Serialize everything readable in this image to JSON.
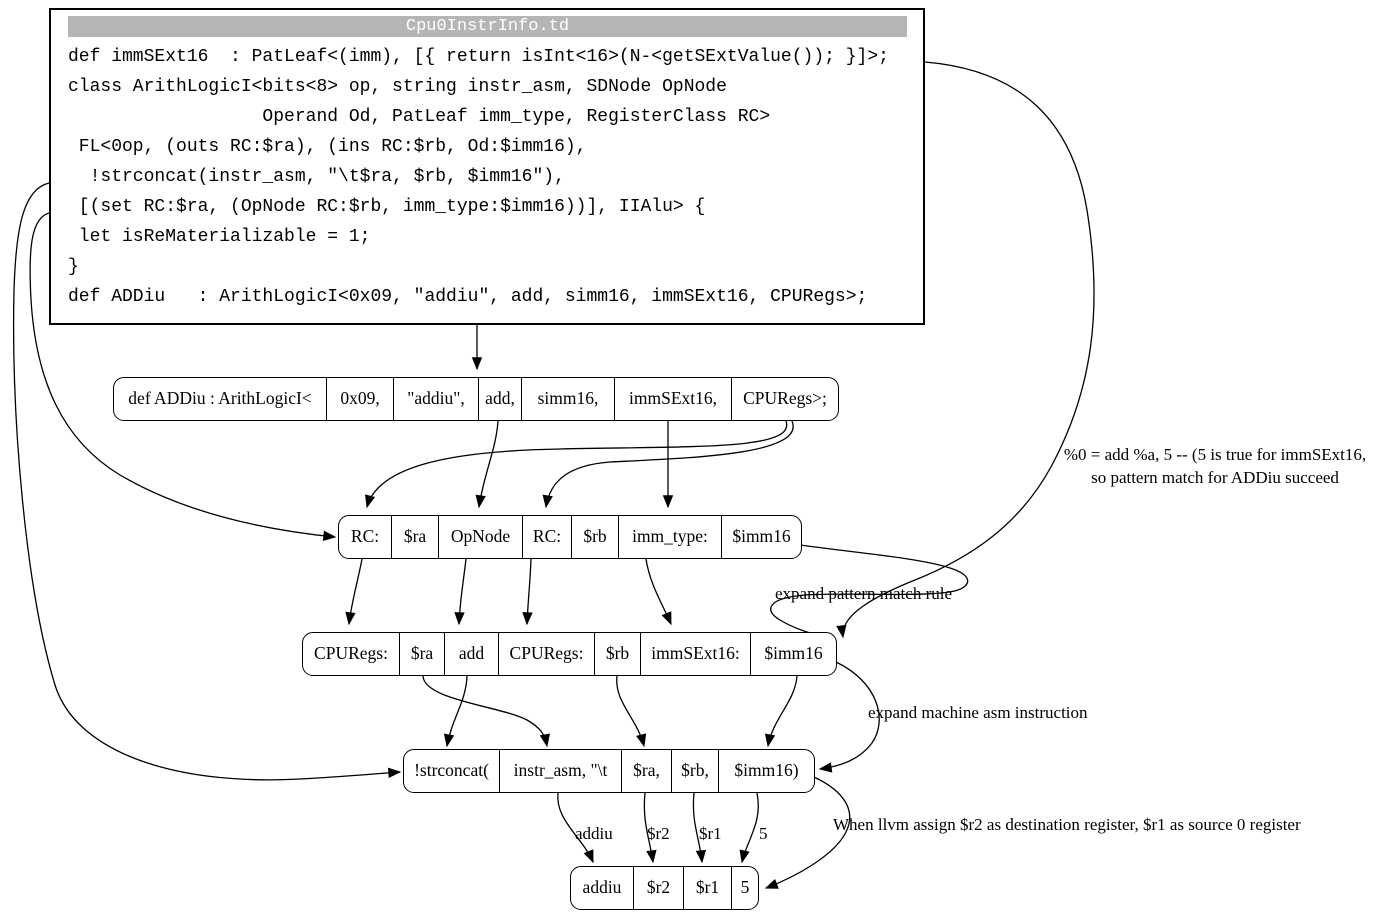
{
  "codebox": {
    "title": "Cpu0InstrInfo.td",
    "lines": [
      "def immSExt16  : PatLeaf<(imm), [{ return isInt<16>(N-<getSExtValue()); }]>;",
      "class ArithLogicI<bits<8> op, string instr_asm, SDNode OpNode",
      "                  Operand Od, PatLeaf imm_type, RegisterClass RC>",
      " FL<0op, (outs RC:$ra), (ins RC:$rb, Od:$imm16),",
      "  !strconcat(instr_asm, \"\\t$ra, $rb, $imm16\"),",
      " [(set RC:$ra, (OpNode RC:$rb, imm_type:$imm16))], IIAlu> {",
      " let isReMaterializable = 1;",
      "}",
      "def ADDiu   : ArithLogicI<0x09, \"addiu\", add, simm16, immSExt16, CPURegs>;"
    ]
  },
  "rows": {
    "addiu_def": {
      "cells": [
        "def ADDiu : ArithLogicI<",
        "0x09,",
        "\"addiu\",",
        "add,",
        "simm16,",
        "immSExt16,",
        "CPURegs>;"
      ]
    },
    "pattern_ports": {
      "cells": [
        "RC:",
        "$ra",
        "OpNode",
        "RC:",
        "$rb",
        "imm_type:",
        "$imm16"
      ]
    },
    "pattern_expanded": {
      "cells": [
        "CPURegs:",
        "$ra",
        "add",
        "CPURegs:",
        "$rb",
        "immSExt16:",
        "$imm16"
      ]
    },
    "asm_template": {
      "cells": [
        "!strconcat(",
        "instr_asm, \"\\t",
        "$ra,",
        "$rb,",
        "$imm16)"
      ]
    },
    "machine_instr": {
      "cells": [
        "addiu",
        "$r2",
        "$r1",
        "5"
      ]
    }
  },
  "edge_labels": {
    "addiu": "addiu",
    "r2": "$r2",
    "r1": "$r1",
    "five": "5",
    "expand_pattern": "expand pattern match rule",
    "expand_asm": "expand machine asm instruction",
    "when_llvm": "When llvm assign $r2 as destination register, $r1 as source 0 register"
  },
  "notes": {
    "pattern_match_line1": "%0 = add %a, 5 -- (5 is true for immSExt16,",
    "pattern_match_line2": "so pattern match for ADDiu succeed"
  },
  "colors": {
    "stroke": "#000000",
    "title_bar": "#b5b5b5",
    "title_text": "#ffffff",
    "background": "#ffffff"
  }
}
